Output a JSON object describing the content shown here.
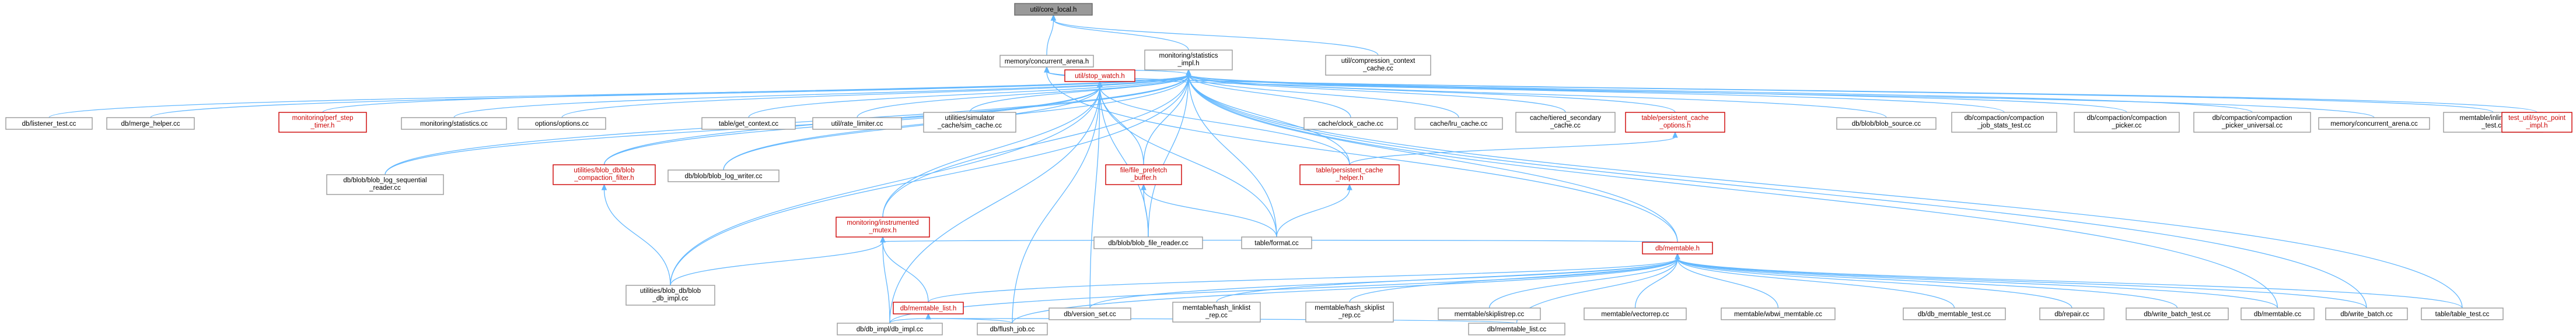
{
  "nodes": {
    "n_root": [
      "util/core_local.h"
    ],
    "n_stats": [
      "monitoring/statistics",
      "_impl.h"
    ],
    "n_mem": [
      "memory/concurrent_arena.h"
    ],
    "n_compress": [
      "util/compression_context",
      "_cache.cc"
    ],
    "n_listener": [
      "db/listener_test.cc"
    ],
    "n_merge": [
      "db/merge_helper.cc"
    ],
    "n_perfstep": [
      "monitoring/perf_step",
      "_timer.h"
    ],
    "n_statscc": [
      "monitoring/statistics.cc"
    ],
    "n_options": [
      "options/options.cc"
    ],
    "n_getctx": [
      "table/get_context.cc"
    ],
    "n_ratelim": [
      "util/rate_limiter.cc"
    ],
    "n_simcache": [
      "utilities/simulator",
      "_cache/sim_cache.cc"
    ],
    "n_stopwatch": [
      "util/stop_watch.h"
    ],
    "n_clock": [
      "cache/clock_cache.cc"
    ],
    "n_lru": [
      "cache/lru_cache.cc"
    ],
    "n_tiered": [
      "cache/tiered_secondary",
      "_cache.cc"
    ],
    "n_pcopts": [
      "table/persistent_cache",
      "_options.h"
    ],
    "n_blobsrc": [
      "db/blob/blob_source.cc"
    ],
    "n_cjst": [
      "db/compaction/compaction",
      "_job_stats_test.cc"
    ],
    "n_cpicker": [
      "db/compaction/compaction",
      "_picker.cc"
    ],
    "n_cpu": [
      "db/compaction/compaction",
      "_picker_universal.cc"
    ],
    "n_macc": [
      "memory/concurrent_arena.cc"
    ],
    "n_inline": [
      "memtable/inlineskiplist",
      "_test.cc"
    ],
    "n_syncpt": [
      "test_util/sync_point",
      "_impl.h"
    ],
    "n_bseq": [
      "db/blob/blob_log_sequential",
      "_reader.cc"
    ],
    "n_bcf": [
      "utilities/blob_db/blob",
      "_compaction_filter.h"
    ],
    "n_blw": [
      "db/blob/blob_log_writer.cc"
    ],
    "n_instr": [
      "monitoring/instrumented",
      "_mutex.h"
    ],
    "n_ffpb": [
      "file/file_prefetch",
      "_buffer.h"
    ],
    "n_pch": [
      "table/persistent_cache",
      "_helper.h"
    ],
    "n_bdbi": [
      "utilities/blob_db/blob",
      "_db_impl.cc"
    ],
    "n_bfr": [
      "db/blob/blob_file_reader.cc"
    ],
    "n_tformat": [
      "table/format.cc"
    ],
    "n_memtable": [
      "db/memtable.h"
    ],
    "n_memlist": [
      "db/memtable_list.h"
    ],
    "n_version": [
      "db/version_set.cc"
    ],
    "n_hll": [
      "memtable/hash_linklist",
      "_rep.cc"
    ],
    "n_hsl": [
      "memtable/hash_skiplist",
      "_rep.cc"
    ],
    "n_sklrep": [
      "memtable/skiplistrep.cc"
    ],
    "n_vecrep": [
      "memtable/vectorrep.cc"
    ],
    "n_wbwi": [
      "memtable/wbwi_memtable.cc"
    ],
    "n_dbmt": [
      "db/db_memtable_test.cc"
    ],
    "n_repair": [
      "db/repair.cc"
    ],
    "n_wbt": [
      "db/write_batch_test.cc"
    ],
    "n_mtcc": [
      "db/memtable.cc"
    ],
    "n_wb": [
      "db/write_batch.cc"
    ],
    "n_ttt": [
      "table/table_test.cc"
    ],
    "n_dbimpl": [
      "db/db_impl/db_impl.cc"
    ],
    "n_flush": [
      "db/flush_job.cc"
    ],
    "n_mtlcc": [
      "db/memtable_list.cc"
    ]
  }
}
